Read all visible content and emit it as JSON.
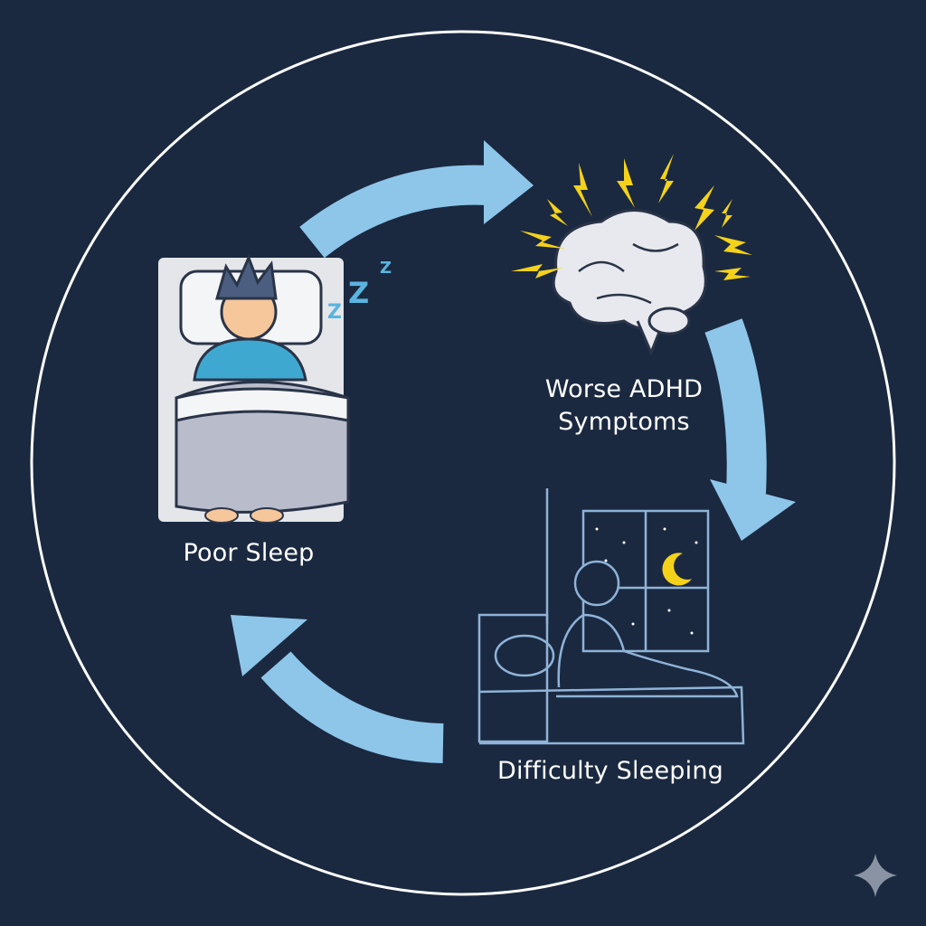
{
  "diagram": {
    "type": "cycle",
    "nodes": [
      {
        "id": "poor-sleep",
        "label": "Poor Sleep"
      },
      {
        "id": "worse-adhd",
        "label_line1": "Worse ADHD",
        "label_line2": "Symptoms"
      },
      {
        "id": "difficulty-sleeping",
        "label": "Difficulty Sleeping"
      }
    ],
    "edges": [
      {
        "from": "poor-sleep",
        "to": "worse-adhd"
      },
      {
        "from": "worse-adhd",
        "to": "difficulty-sleeping"
      },
      {
        "from": "difficulty-sleeping",
        "to": "poor-sleep"
      }
    ]
  },
  "colors": {
    "background": "#1a2940",
    "circle": "#ffffff",
    "arrow": "#8ec6ea",
    "lightning": "#f5d21a",
    "text": "#ffffff"
  },
  "icons": [
    "sleeping-person-icon",
    "brain-icon",
    "lightning-icon",
    "sleepless-person-icon",
    "moon-icon",
    "sparkle-icon"
  ]
}
